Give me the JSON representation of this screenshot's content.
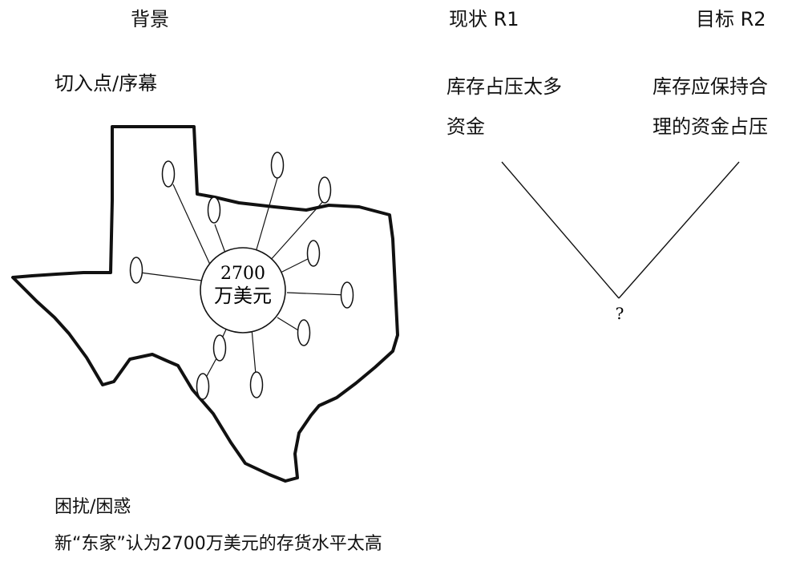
{
  "headers": {
    "background": "背景",
    "current": "现状 R1",
    "goal": "目标 R2"
  },
  "left": {
    "entry_label": "切入点/序幕",
    "center_amount": "2700",
    "center_unit": "万美元"
  },
  "right": {
    "current_line1": "库存占压太多",
    "current_line2": "资金",
    "goal_line1": "库存应保持合",
    "goal_line2": "理的资金占压",
    "question_mark": "?"
  },
  "bottom": {
    "problem_label": "困扰/困惑",
    "problem_statement": "新“东家”认为2700万美元的存货水平太高"
  }
}
